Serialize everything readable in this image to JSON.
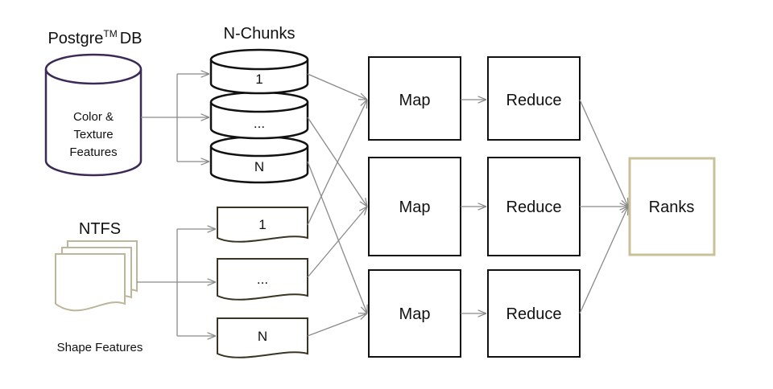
{
  "db": {
    "title_main": "Postgre",
    "title_sup": "TM",
    "title_rest": "DB",
    "lines": [
      "Color &",
      "Texture",
      "Features"
    ]
  },
  "chunks": {
    "title": "N-Chunks",
    "items": [
      "1",
      "...",
      "N"
    ]
  },
  "fs": {
    "title": "NTFS",
    "caption": "Shape Features",
    "items": [
      "1",
      "...",
      "N"
    ]
  },
  "map_label": "Map",
  "reduce_label": "Reduce",
  "ranks_label": "Ranks",
  "colors": {
    "db_border": "#3b2a55",
    "doc_border": "#bcb69a",
    "doc_dark": "#3a3422",
    "box_border": "#111111",
    "ranks_border": "#c9c199",
    "arrow": "#8a8a8a"
  }
}
